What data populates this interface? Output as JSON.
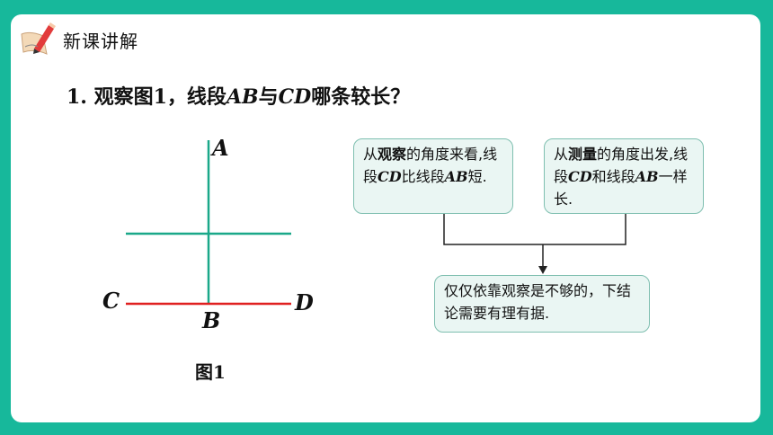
{
  "header": {
    "title": "新课讲解",
    "icon": "pencil-paper-icon"
  },
  "question": {
    "prefix": "1. 观察图1，线段",
    "seg1": "AB",
    "mid": "与",
    "seg2": "CD",
    "suffix": "哪条较长？"
  },
  "figure": {
    "label_a": "A",
    "label_b": "B",
    "label_c": "C",
    "label_d": "D",
    "caption": "图1",
    "colors": {
      "ab_line": "#1aa889",
      "cd_line": "#e02020"
    }
  },
  "observation_box": {
    "text_1": "从",
    "bold_1": "观察",
    "text_2": "的角度来看,线段",
    "seg_1": "CD",
    "text_3": "比线段",
    "seg_2": "AB",
    "text_4": "短."
  },
  "measurement_box": {
    "text_1": "从",
    "bold_1": "测量",
    "text_2": "的角度出发,线段",
    "seg_1": "CD",
    "text_3": "和线段",
    "seg_2": "AB",
    "text_4": "一样长."
  },
  "conclusion_box": {
    "text": "仅仅依靠观察是不够的，下结论需要有理有据."
  },
  "colors": {
    "background": "#17b89b",
    "box_fill": "#eaf6f3",
    "box_border": "#7fbfb0"
  }
}
